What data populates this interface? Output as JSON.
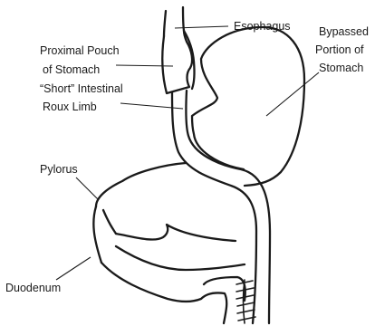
{
  "labels": {
    "esophagus": "Esophagus",
    "proximal_pouch_line1": "Proximal Pouch",
    "proximal_pouch_line2": "of Stomach",
    "bypassed_line1": "Bypassed",
    "bypassed_line2": "Portion of",
    "bypassed_line3": "Stomach",
    "roux_line1": "“Short” Intestinal",
    "roux_line2": "Roux Limb",
    "pylorus": "Pylorus",
    "duodenum": "Duodenum"
  }
}
